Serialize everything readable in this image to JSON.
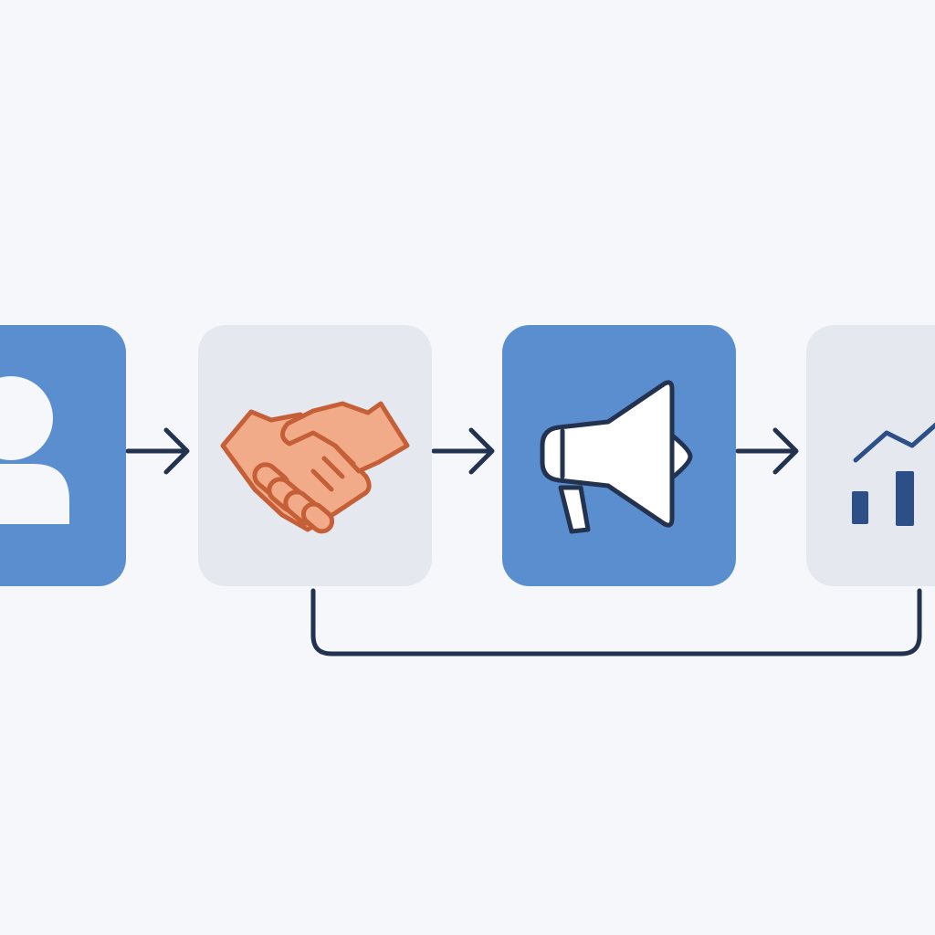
{
  "diagram": {
    "colors": {
      "background": "#f5f7fa",
      "node_blue": "#5b8ecf",
      "node_gray": "#e5e8ee",
      "stroke_dark": "#23324f",
      "handshake_fill": "#f2ab88",
      "handshake_stroke": "#c55f38",
      "chart_bars": "#2b4f86"
    },
    "nodes": [
      {
        "id": "person",
        "icon": "person-icon",
        "style": "blue"
      },
      {
        "id": "handshake",
        "icon": "handshake-icon",
        "style": "gray"
      },
      {
        "id": "megaphone",
        "icon": "megaphone-icon",
        "style": "blue"
      },
      {
        "id": "growth",
        "icon": "growth-chart-icon",
        "style": "gray"
      }
    ],
    "edges": [
      {
        "from": "person",
        "to": "handshake",
        "type": "arrow"
      },
      {
        "from": "handshake",
        "to": "megaphone",
        "type": "arrow"
      },
      {
        "from": "megaphone",
        "to": "growth",
        "type": "arrow"
      },
      {
        "from": "handshake",
        "to": "growth",
        "type": "loop-line"
      }
    ]
  }
}
